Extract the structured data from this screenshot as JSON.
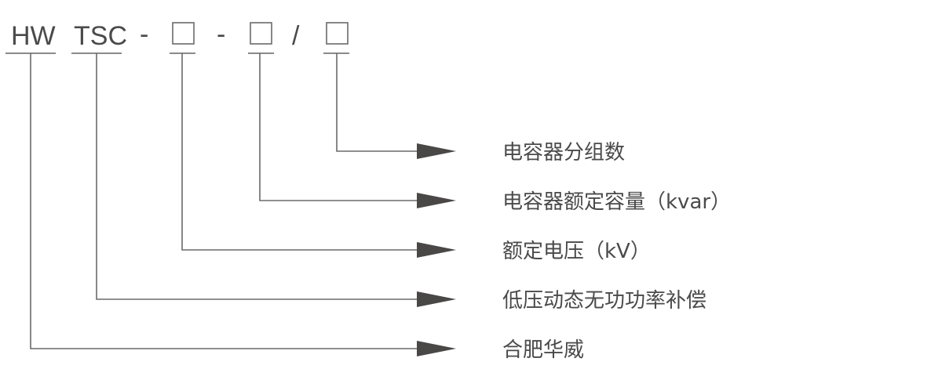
{
  "diagram": {
    "type": "model-code-breakdown",
    "code_segments": [
      {
        "id": "hw",
        "kind": "text",
        "text": "HW"
      },
      {
        "id": "tsc",
        "kind": "text",
        "text": "TSC"
      },
      {
        "id": "sep1",
        "kind": "separator",
        "text": "-"
      },
      {
        "id": "box1",
        "kind": "placeholder",
        "text": "□"
      },
      {
        "id": "sep2",
        "kind": "separator",
        "text": "-"
      },
      {
        "id": "box2",
        "kind": "placeholder",
        "text": "□"
      },
      {
        "id": "sep3",
        "kind": "separator",
        "text": "/"
      },
      {
        "id": "box3",
        "kind": "placeholder",
        "text": "□"
      }
    ],
    "labels": [
      {
        "target": "box3",
        "text": "电容器分组数"
      },
      {
        "target": "box2",
        "text": "电容器额定容量（kvar）"
      },
      {
        "target": "box1",
        "text": "额定电压（kV）"
      },
      {
        "target": "tsc",
        "text": "低压动态无功功率补偿"
      },
      {
        "target": "hw",
        "text": "合肥华威"
      }
    ],
    "colors": {
      "text": "#4a4a4a",
      "line": "#6a6a6a",
      "arrow": "#4a4747"
    }
  }
}
